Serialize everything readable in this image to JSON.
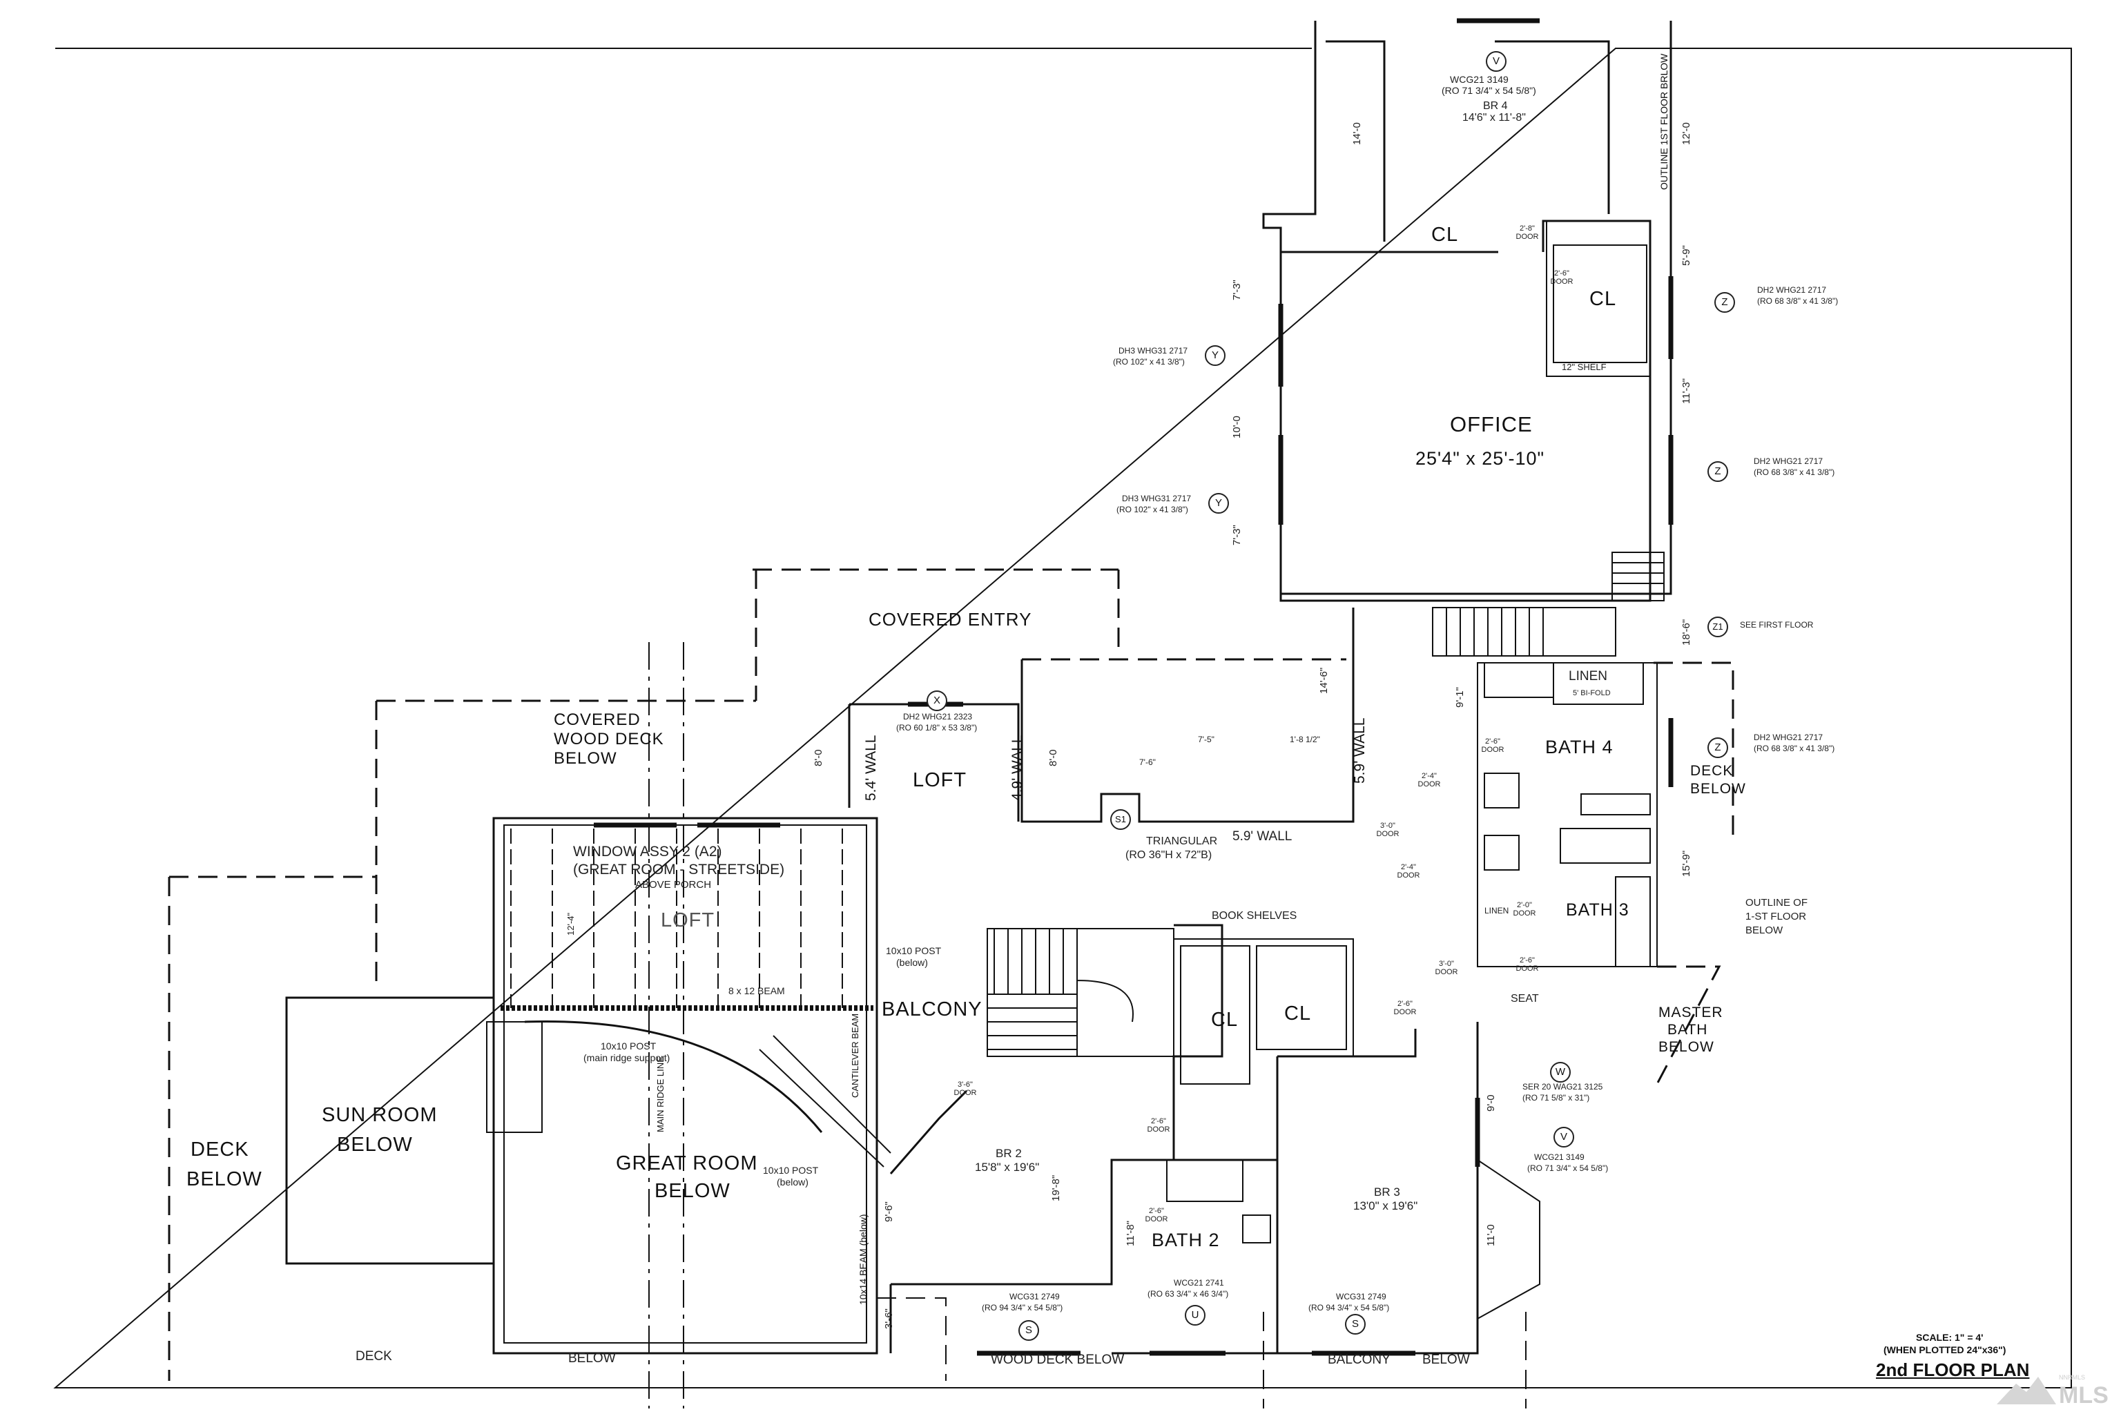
{
  "rooms": {
    "office": "OFFICE",
    "office_size": "25'4\" x 25'-10\"",
    "br4": "BR 4",
    "br4_size": "14'6\" x 11'-8\"",
    "br4_window": "WCG21 3149",
    "br4_window_ro": "(RO 71 3/4\" x 54 5/8\")",
    "covered_entry": "COVERED ENTRY",
    "covered_deck_1": "COVERED",
    "covered_deck_2": "WOOD DECK",
    "covered_deck_3": "BELOW",
    "loft": "LOFT",
    "loft2": "LOFT",
    "balcony": "BALCONY",
    "sunroom_1": "SUN ROOM",
    "sunroom_2": "BELOW",
    "deck_left_1": "DECK",
    "deck_left_2": "BELOW",
    "great_room_1": "GREAT ROOM",
    "great_room_2": "BELOW",
    "br2": "BR 2",
    "br2_size": "15'8\" x 19'6\"",
    "bath2": "BATH 2",
    "br3": "BR 3",
    "br3_size": "13'0\" x 19'6\"",
    "bath3": "BATH 3",
    "bath4": "BATH 4",
    "linen": "LINEN",
    "linen_door": "5' BI-FOLD",
    "linen2": "LINEN",
    "deck_right_1": "DECK",
    "deck_right_2": "BELOW",
    "master_bath_1": "MASTER",
    "master_bath_2": "BATH",
    "master_bath_3": "BELOW",
    "outline_1": "OUTLINE OF",
    "outline_2": "1-ST FLOOR",
    "outline_3": "BELOW",
    "outline_top": "OUTLINE 1ST FLOOR BRLOW",
    "cl1": "CL",
    "cl2": "CL",
    "cl3": "CL",
    "cl4": "CL",
    "seat": "SEAT",
    "book_shelves": "BOOK SHELVES",
    "shelf": "12\" SHELF",
    "triangular": "TRIANGULAR",
    "triangular_ro": "(RO 36\"H x 72\"B)",
    "wall_54": "5.4' WALL",
    "wall_49": "4.9' WALL",
    "wall_59a": "5.9' WALL",
    "wall_59b": "5.9' WALL",
    "window_assy_1": "WINDOW ASSY 2 (A2)",
    "window_assy_2": "(GREAT ROOM - STREETSIDE)",
    "window_assy_3": "ABOVE PORCH",
    "beam_8x12": "8 x 12 BEAM",
    "post_10x10_a": "10x10 POST",
    "post_10x10_a2": "(below)",
    "post_10x10_b": "10x10 POST",
    "post_10x10_b2": "(main ridge support)",
    "post_10x10_c": "10x10 POST",
    "post_10x10_c2": "(below)",
    "beam_10x14": "10x14 BEAM (below)",
    "ridge_line": "MAIN RIDGE LINE",
    "cantilever": "CANTILEVER BEAM",
    "deck_bottom": "DECK",
    "below_bottom": "BELOW",
    "wood_deck_below": "WOOD DECK BELOW",
    "balcony_bottom": "BALCONY",
    "below_bottom2": "BELOW",
    "see_first_floor": "SEE FIRST FLOOR"
  },
  "windows": {
    "y1": "DH3 WHG31 2717",
    "y1_ro": "(RO 102\" x 41 3/8\")",
    "y2": "DH3 WHG31 2717",
    "y2_ro": "(RO 102\" x 41 3/8\")",
    "z1": "DH2 WHG21 2717",
    "z1_ro": "(RO 68 3/8\" x 41 3/8\")",
    "z2": "DH2 WHG21 2717",
    "z2_ro": "(RO 68 3/8\" x 41 3/8\")",
    "z3": "DH2 WHG21 2717",
    "z3_ro": "(RO 68 3/8\" x 41 3/8\")",
    "x": "DH2 WHG21 2323",
    "x_ro": "(RO 60 1/8\" x 53 3/8\")",
    "w": "SER 20 WAG21 3125",
    "w_ro": "(RO 71 5/8\" x 31\")",
    "v2": "WCG21 3149",
    "v2_ro": "(RO 71 3/4\" x 54 5/8\")",
    "s1": "WCG31 2749",
    "s1_ro": "(RO 94 3/4\" x 54 5/8\")",
    "u": "WCG21 2741",
    "u_ro": "(RO 63 3/4\" x 46 3/4\")",
    "s2": "WCG31 2749",
    "s2_ro": "(RO 94 3/4\" x 54 5/8\")"
  },
  "bubbles": {
    "v_top": "V",
    "y1": "Y",
    "y2": "Y",
    "z1": "Z",
    "z2": "Z",
    "z1b": "Z1",
    "z3": "Z",
    "x": "X",
    "s1": "S1",
    "w": "W",
    "v2": "V",
    "s_a": "S",
    "u": "U",
    "s_b": "S"
  },
  "doors": {
    "d1": "2'-8\" DOOR",
    "d2": "2'-6\" DOOR",
    "d3": "2'-6\" DOOR",
    "d4": "2'-4\" DOOR",
    "d5": "3'-0\" DOOR",
    "d6": "2'-4\" DOOR",
    "d7": "2'-0\" DOOR",
    "d8": "2'-6\" DOOR",
    "d9": "3'-0\" DOOR",
    "d10": "2'-6\" DOOR",
    "d11": "3'-6\" DOOR",
    "d12": "2'-6\" DOOR",
    "d13": "2'-6\" DOOR"
  },
  "dims": {
    "v_14_0": "14'-0",
    "v_7_3a": "7'-3\"",
    "v_10_0": "10'-0",
    "v_7_3b": "7'-3\"",
    "v_12_0": "12'-0",
    "v_5_9": "5'-9\"",
    "v_11_3": "11'-3\"",
    "v_18_6": "18'-6\"",
    "v_15_9": "15'-9\"",
    "v_14_6": "14'-6\"",
    "v_8_0a": "8'-0",
    "v_8_0b": "8'-0",
    "v_9_1": "9'-1\"",
    "v_19_8": "19'-8\"",
    "v_11_8": "11'-8\"",
    "v_11_0": "11'-0",
    "v_9_0": "9'-0",
    "v_9_6": "9'-6\"",
    "v_3_6": "3'-6\"",
    "h_7_5": "7'-5\"",
    "h_7_6": "7'-6\"",
    "h_1_8": "1'-8 1/2\"",
    "h_12_4": "12'-4\""
  },
  "notes": {
    "title": "2nd FLOOR PLAN",
    "scale_1": "SCALE: 1\" = 4'",
    "scale_2": "(WHEN PLOTTED 24\"x36\")",
    "logo_text": "NNRMLS"
  }
}
